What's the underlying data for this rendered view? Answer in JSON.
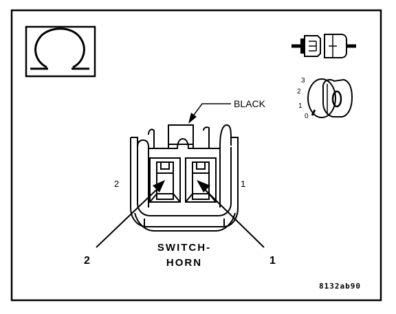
{
  "diagram": {
    "connector_color_label": "BLACK",
    "cavity_left_small": "2",
    "cavity_right_small": "1",
    "callout_left": "2",
    "callout_right": "1",
    "title_line1": "SWITCH-",
    "title_line2": "HORN",
    "figure_code": "8132ab90",
    "key_positions": [
      "3",
      "2",
      "1",
      "0"
    ],
    "icons": {
      "ohm": "ohmmeter-symbol-icon",
      "connector": "connector-disconnect-icon",
      "ignition": "ignition-key-off-icon"
    }
  }
}
